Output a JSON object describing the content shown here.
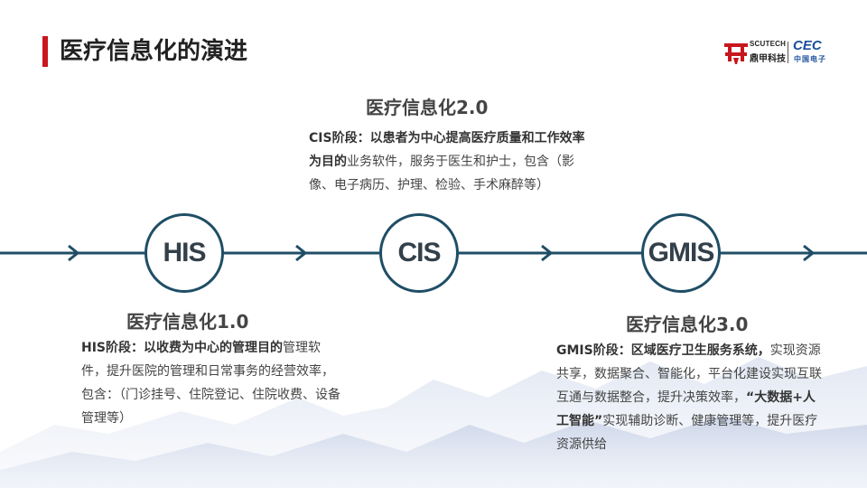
{
  "page": {
    "title": "医疗信息化的演进"
  },
  "logo": {
    "en": "SCUTECH",
    "cn": "鼎甲科技",
    "cec": "CEC",
    "cec_cn": "中国电子"
  },
  "nodes": [
    {
      "label": "HIS"
    },
    {
      "label": "CIS"
    },
    {
      "label": "GMIS"
    }
  ],
  "stages": [
    {
      "title": "医疗信息化1.0",
      "bold": "HIS阶段：以收费为中心的管理目的",
      "text": "管理软件，提升医院的管理和日常事务的经营效率，包含：（门诊挂号、住院登记、住院收费、设备管理等）"
    },
    {
      "title": "医疗信息化2.0",
      "bold": "CIS阶段：以患者为中心提高医疗质量和工作效率为目的",
      "text": "业务软件，服务于医生和护士，包含（影像、电子病历、护理、检验、手术麻醉等）"
    },
    {
      "title": "医疗信息化3.0",
      "bold": "GMIS阶段：区域医疗卫生服务系统，",
      "text_a": "实现资源共享，数据聚合、智能化，平台化建设实现互联互通与数据整合，提升决策效率，",
      "emph": "“大数据+人工智能”",
      "text_b": "实现辅助诊断、健康管理等，提升医疗资源供给"
    }
  ],
  "colors": {
    "accent_red": "#c8161d",
    "line_blue": "#1f4e66",
    "logo_blue": "#1a4f9c"
  }
}
